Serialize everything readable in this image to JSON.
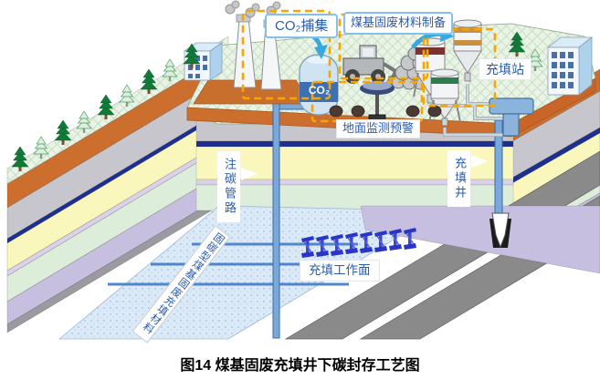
{
  "figure": {
    "caption": "图14  煤基固废充填井下碳封存工艺图"
  },
  "labels": {
    "co2_capture": "CO₂捕集",
    "material_preparation": "煤基固废材料制备",
    "filling_station": "充填站",
    "ground_monitoring": "地面监测预警",
    "injection_pipeline": "注碳管路",
    "filling_well": "充填井",
    "working_face": "充填工作面",
    "fill_material": "固碳型煤基固废充填材料",
    "co2_tank": "CO₂"
  },
  "colors": {
    "callout_text": "#2B5CAB",
    "callout_border": "#86C0EA",
    "dashed_box": "#F7A600",
    "surface_green": "#E9F3E6",
    "soil_orange": "#CC6F2E",
    "layer_gray": "#C6C6CC",
    "layer_navy": "#1D2F8F",
    "layer_yellow": "#F9F7BC",
    "layer_lavender": "#D9D2EA",
    "layer_green": "#DCEDD9",
    "layer_purple": "#C6BFE0",
    "goaf_fill_blue": "#D7E7F5",
    "pipe_blue": "#7AA8D8",
    "tank_band": "#3D6FB4",
    "support_blue": "#2A35C8",
    "roadway_gray": "#8A8A8A",
    "arrow_blue": "#38A8E0"
  }
}
